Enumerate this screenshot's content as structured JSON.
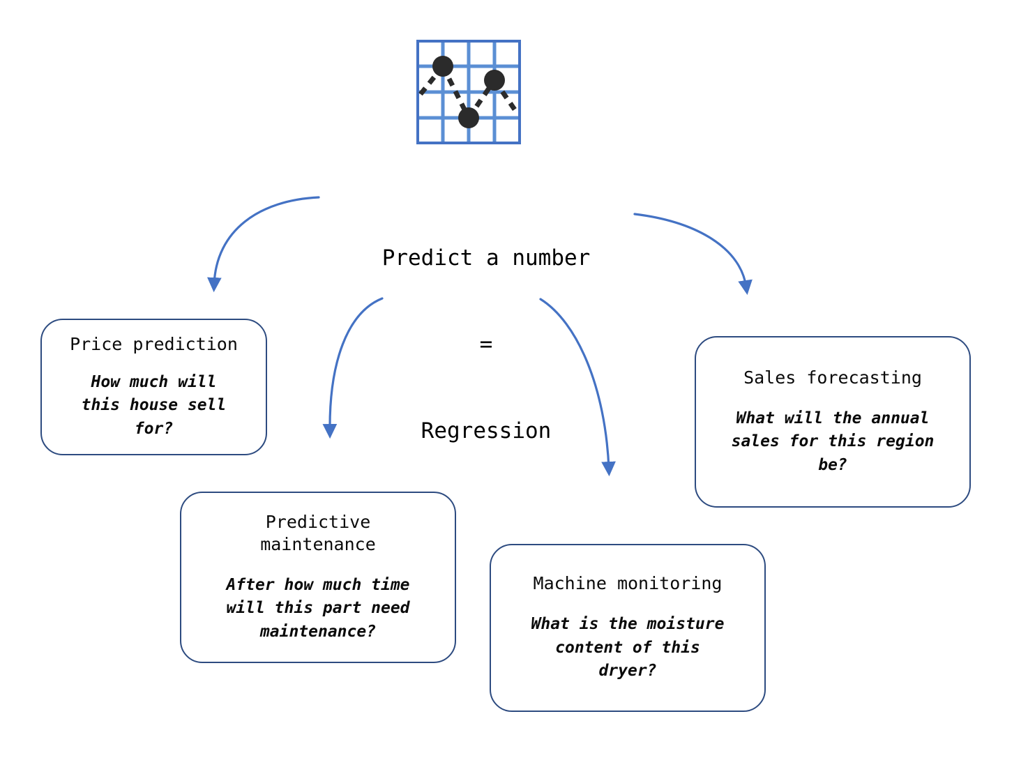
{
  "diagram": {
    "icon": {
      "name": "regression-scatter-grid-icon",
      "grid_color": "#5B8FD4",
      "border_color": "#4472C4",
      "dot_color": "#2b2b2b",
      "rows": 4,
      "cols": 4,
      "points": [
        {
          "x": 1.0,
          "y": 3.0
        },
        {
          "x": 2.0,
          "y": 1.0
        },
        {
          "x": 3.0,
          "y": 2.3
        }
      ]
    },
    "center": {
      "line1": "Predict a number",
      "line2": "=",
      "line3": "Regression"
    },
    "arrow_color": "#4472C4",
    "box_border_color": "#2d4b80",
    "nodes": [
      {
        "id": "price-prediction",
        "title": "Price prediction",
        "question": "How much will\nthis house sell\nfor?"
      },
      {
        "id": "predictive-maintenance",
        "title": "Predictive\nmaintenance",
        "question": "After how much time\nwill this part need\nmaintenance?"
      },
      {
        "id": "machine-monitoring",
        "title": "Machine monitoring",
        "question": "What is the moisture\ncontent of this\ndryer?"
      },
      {
        "id": "sales-forecasting",
        "title": "Sales forecasting",
        "question": "What will the annual\nsales for this region\nbe?"
      }
    ]
  }
}
